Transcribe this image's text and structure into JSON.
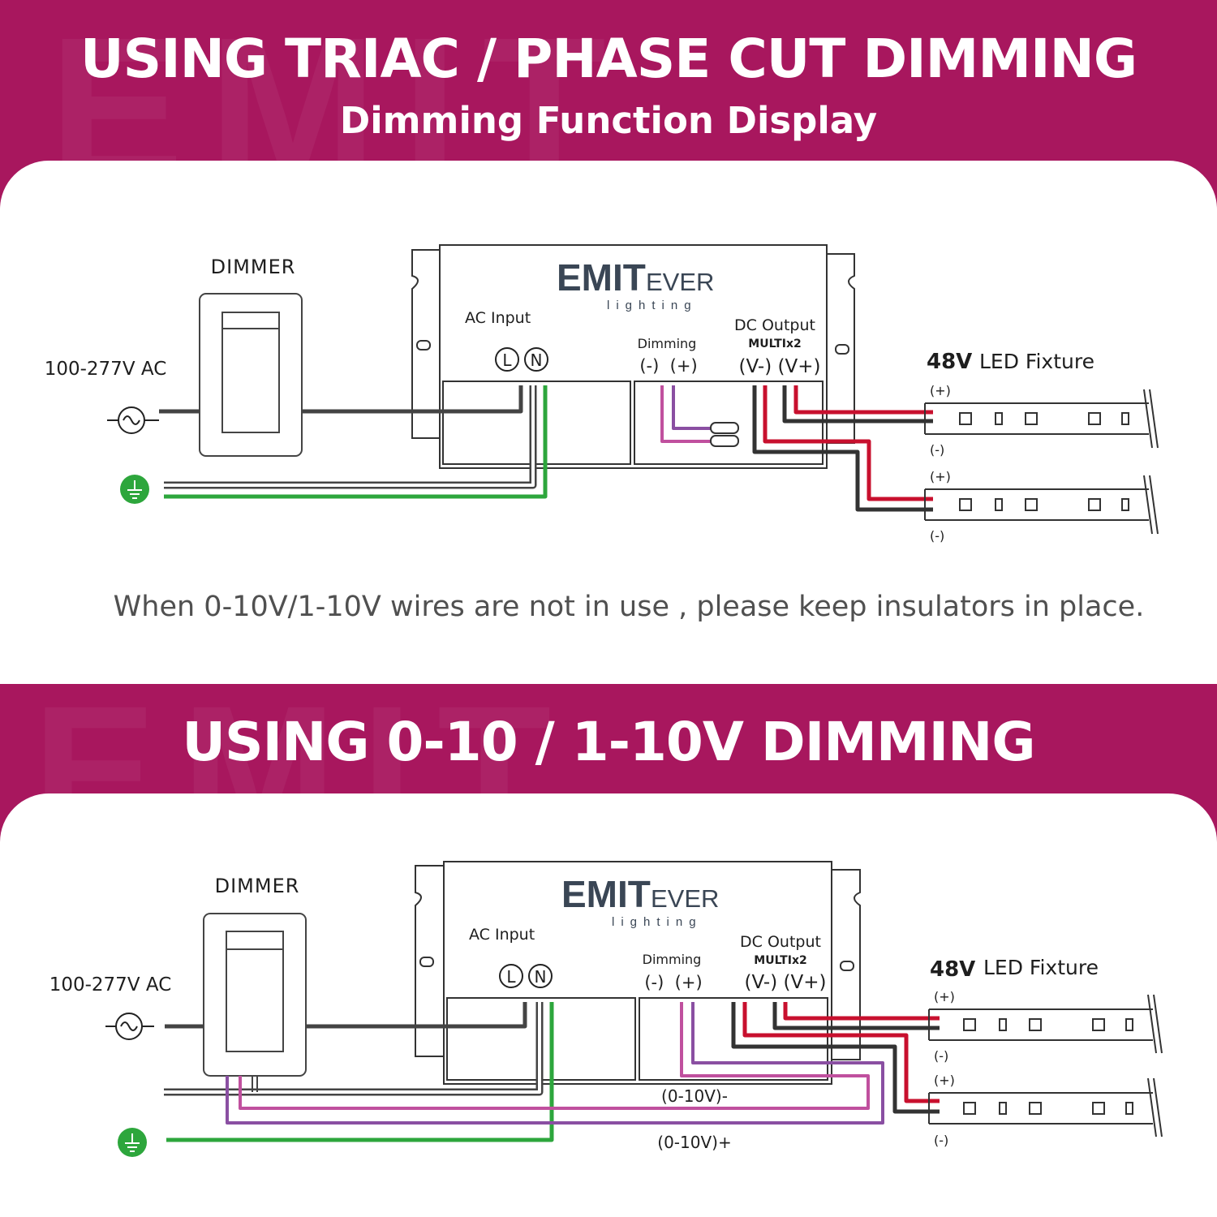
{
  "header": {
    "title": "USING TRIAC / PHASE CUT DIMMING",
    "subtitle": "Dimming Function Display"
  },
  "diagram1": {
    "dimmer_label": "DIMMER",
    "ac_source_label": "100-277V AC",
    "driver": {
      "brand_main": "EMIT",
      "brand_sub": "EVER",
      "brand_tagline": "lighting",
      "ac_input_label": "AC Input",
      "terminal_l": "L",
      "terminal_n": "N",
      "dimming_label": "Dimming",
      "dimming_terminals": "(-)  (+)",
      "dc_output_label": "DC Output",
      "multi_label": "MULTIx2",
      "output_terminals": "(V-) (V+)"
    },
    "fixture_label_voltage": "48V",
    "fixture_label_text": "LED Fixture",
    "plus_label": "(+)",
    "minus_label": "(-)",
    "note": "When 0-10V/1-10V wires are not in use , please keep insulators in place."
  },
  "section2": {
    "title": "USING 0-10 / 1-10V DIMMING"
  },
  "diagram2": {
    "dimmer_label": "DIMMER",
    "ac_source_label": "100-277V AC",
    "driver": {
      "brand_main": "EMIT",
      "brand_sub": "EVER",
      "brand_tagline": "lighting",
      "ac_input_label": "AC Input",
      "terminal_l": "L",
      "terminal_n": "N",
      "dimming_label": "Dimming",
      "dimming_terminals": "(-)  (+)",
      "dc_output_label": "DC Output",
      "multi_label": "MULTIx2",
      "output_terminals": "(V-) (V+)"
    },
    "fixture_label_voltage": "48V",
    "fixture_label_text": "LED Fixture",
    "plus_label": "(+)",
    "minus_label": "(-)",
    "dim_minus_label": "(0-10V)-",
    "dim_plus_label": "(0-10V)+"
  },
  "colors": {
    "brand_magenta": "#a8175e",
    "wire_live": "#444444",
    "wire_ground": "#2da63c",
    "wire_red": "#c8102e",
    "wire_pink": "#c0509e",
    "wire_purple": "#8a4fa2"
  }
}
